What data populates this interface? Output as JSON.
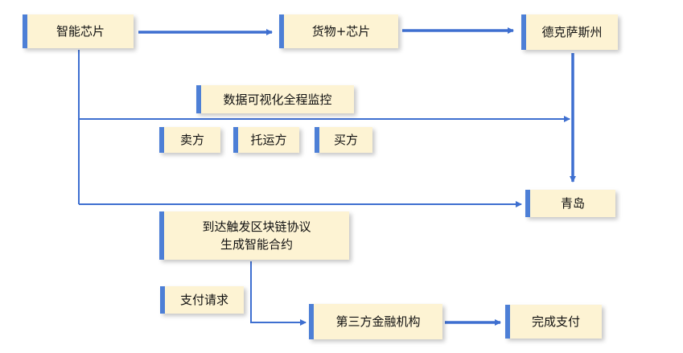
{
  "colors": {
    "box_fill": "#fdf3d3",
    "box_accent": "#4d7fd6",
    "connector": "#3e6fd0"
  },
  "nodes": {
    "smart_chip": "智能芯片",
    "goods_chip": "货物+芯片",
    "texas": "德克萨斯州",
    "visual_monitor": "数据可视化全程监控",
    "seller": "卖方",
    "carrier": "托运方",
    "buyer": "买方",
    "qingdao": "青岛",
    "blockchain_line1": "到达触发区块链协议",
    "blockchain_line2": "生成智能合约",
    "payment_request": "支付请求",
    "third_party": "第三方金融机构",
    "payment_done": "完成支付"
  }
}
